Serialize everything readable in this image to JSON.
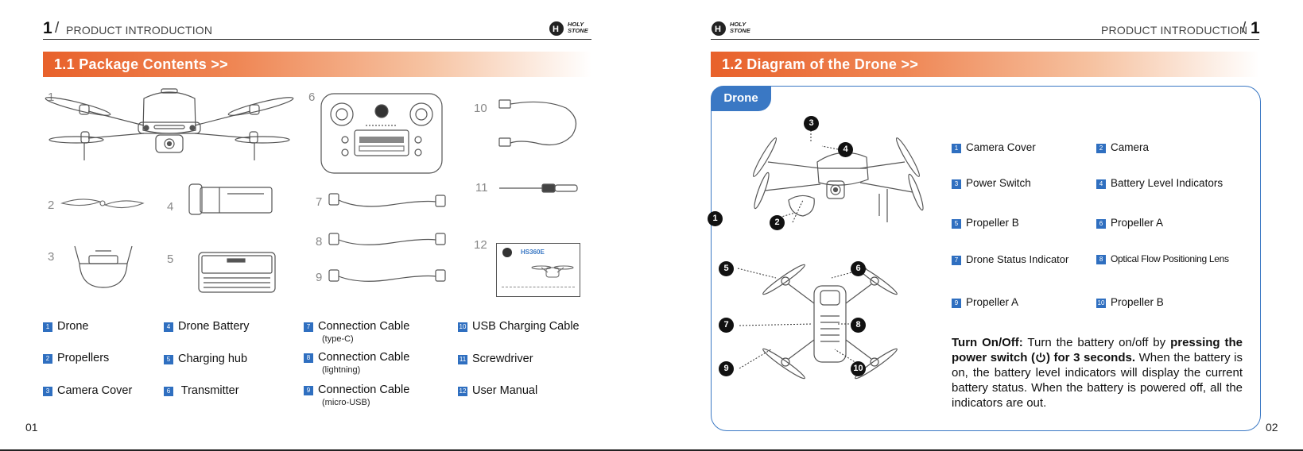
{
  "left_page": {
    "header_number": "1",
    "header_slash": "/",
    "header_title": "PRODUCT INTRODUCTION",
    "logo_text": [
      "HOLY",
      "STONE"
    ],
    "section_title": "1.1   Package Contents  >>",
    "illustration_numbers": [
      "1",
      "2",
      "3",
      "4",
      "5",
      "6",
      "7",
      "8",
      "9",
      "10",
      "11",
      "12"
    ],
    "manual_cover_title": "HS360E",
    "items": [
      {
        "num": "1",
        "label": "Drone",
        "sub": ""
      },
      {
        "num": "2",
        "label": "Propellers",
        "sub": ""
      },
      {
        "num": "3",
        "label": "Camera Cover",
        "sub": ""
      },
      {
        "num": "4",
        "label": "Drone Battery",
        "sub": ""
      },
      {
        "num": "5",
        "label": "Charging hub",
        "sub": ""
      },
      {
        "num": "6",
        "label": " Transmitter",
        "sub": ""
      },
      {
        "num": "7",
        "label": "Connection Cable",
        "sub": "(type-C)"
      },
      {
        "num": "8",
        "label": "Connection Cable",
        "sub": "(lightning)"
      },
      {
        "num": "9",
        "label": "Connection Cable",
        "sub": "(micro-USB)"
      },
      {
        "num": "10",
        "label": "USB Charging Cable",
        "sub": ""
      },
      {
        "num": "11",
        "label": "Screwdriver",
        "sub": ""
      },
      {
        "num": "12",
        "label": "User Manual",
        "sub": ""
      }
    ],
    "page_number": "01"
  },
  "right_page": {
    "header_title": "PRODUCT INTRODUCTION",
    "header_slash": "/",
    "header_number": "1",
    "logo_text": [
      "HOLY",
      "STONE"
    ],
    "section_title": "1.2   Diagram of the Drone  >>",
    "panel_tab": "Drone",
    "callouts": [
      "1",
      "2",
      "3",
      "4",
      "5",
      "6",
      "7",
      "8",
      "9",
      "10"
    ],
    "parts": [
      {
        "num": "1",
        "label": "Camera Cover"
      },
      {
        "num": "2",
        "label": "Camera"
      },
      {
        "num": "3",
        "label": "Power Switch"
      },
      {
        "num": "4",
        "label": "Battery Level Indicators"
      },
      {
        "num": "5",
        "label": "Propeller B"
      },
      {
        "num": "6",
        "label": "Propeller A"
      },
      {
        "num": "7",
        "label": "Drone Status Indicator"
      },
      {
        "num": "8",
        "label": "Optical Flow Positioning Lens"
      },
      {
        "num": "9",
        "label": "Propeller A"
      },
      {
        "num": "10",
        "label": "Propeller B"
      }
    ],
    "para": {
      "lead": "Turn On/Off:",
      "t1": " Turn the battery on/off by ",
      "b1": "pressing the power switch (",
      "b2": ") for 3 seconds.",
      "t2": " When the battery is on, the battery level indicators will display the current battery status. When the battery is powered off, all the indicators are out."
    },
    "page_number": "02"
  },
  "colors": {
    "accent_orange": "#e8612b",
    "accent_blue": "#3a78c4",
    "legend_square": "#2f6fc0"
  }
}
